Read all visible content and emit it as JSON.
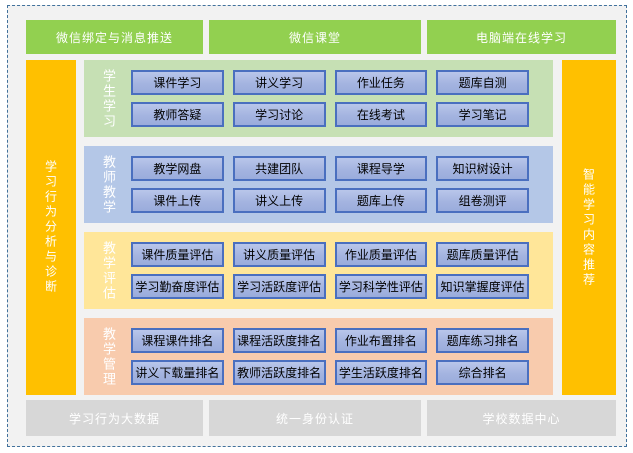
{
  "colors": {
    "top_band": "#92d050",
    "side_bar": "#ffc000",
    "section_student": "#c6e0b4",
    "section_teacher": "#b4c7e7",
    "section_evaluation": "#ffe699",
    "section_management": "#f8cbad",
    "item_fill": "#a4b4e0",
    "item_border": "#4a6fbf",
    "bottom_band": "#d7d7d7",
    "frame_border": "#41719c",
    "frame_bg": "#f2f2f2"
  },
  "top_row": [
    {
      "label": "微信绑定与消息推送"
    },
    {
      "label": "微信课堂"
    },
    {
      "label": "电脑端在线学习"
    }
  ],
  "left_bar": {
    "label": "学习行为分析与诊断"
  },
  "right_bar": {
    "label": "智能学习内容推荐"
  },
  "sections": [
    {
      "label": "学生学习",
      "items": [
        "课件学习",
        "讲义学习",
        "作业任务",
        "题库自测",
        "教师答疑",
        "学习讨论",
        "在线考试",
        "学习笔记"
      ]
    },
    {
      "label": "教师教学",
      "items": [
        "教学网盘",
        "共建团队",
        "课程导学",
        "知识树设计",
        "课件上传",
        "讲义上传",
        "题库上传",
        "组卷测评"
      ]
    },
    {
      "label": "教学评估",
      "items": [
        "课件质量评估",
        "讲义质量评估",
        "作业质量评估",
        "题库质量评估",
        "学习勤奋度评估",
        "学习活跃度评估",
        "学习科学性评估",
        "知识掌握度评估"
      ]
    },
    {
      "label": "教学管理",
      "items": [
        "课程课件排名",
        "课程活跃度排名",
        "作业布置排名",
        "题库练习排名",
        "讲义下载量排名",
        "教师活跃度排名",
        "学生活跃度排名",
        "综合排名"
      ]
    }
  ],
  "bottom_row": [
    {
      "label": "学习行为大数据"
    },
    {
      "label": "统一身份认证"
    },
    {
      "label": "学校数据中心"
    }
  ]
}
